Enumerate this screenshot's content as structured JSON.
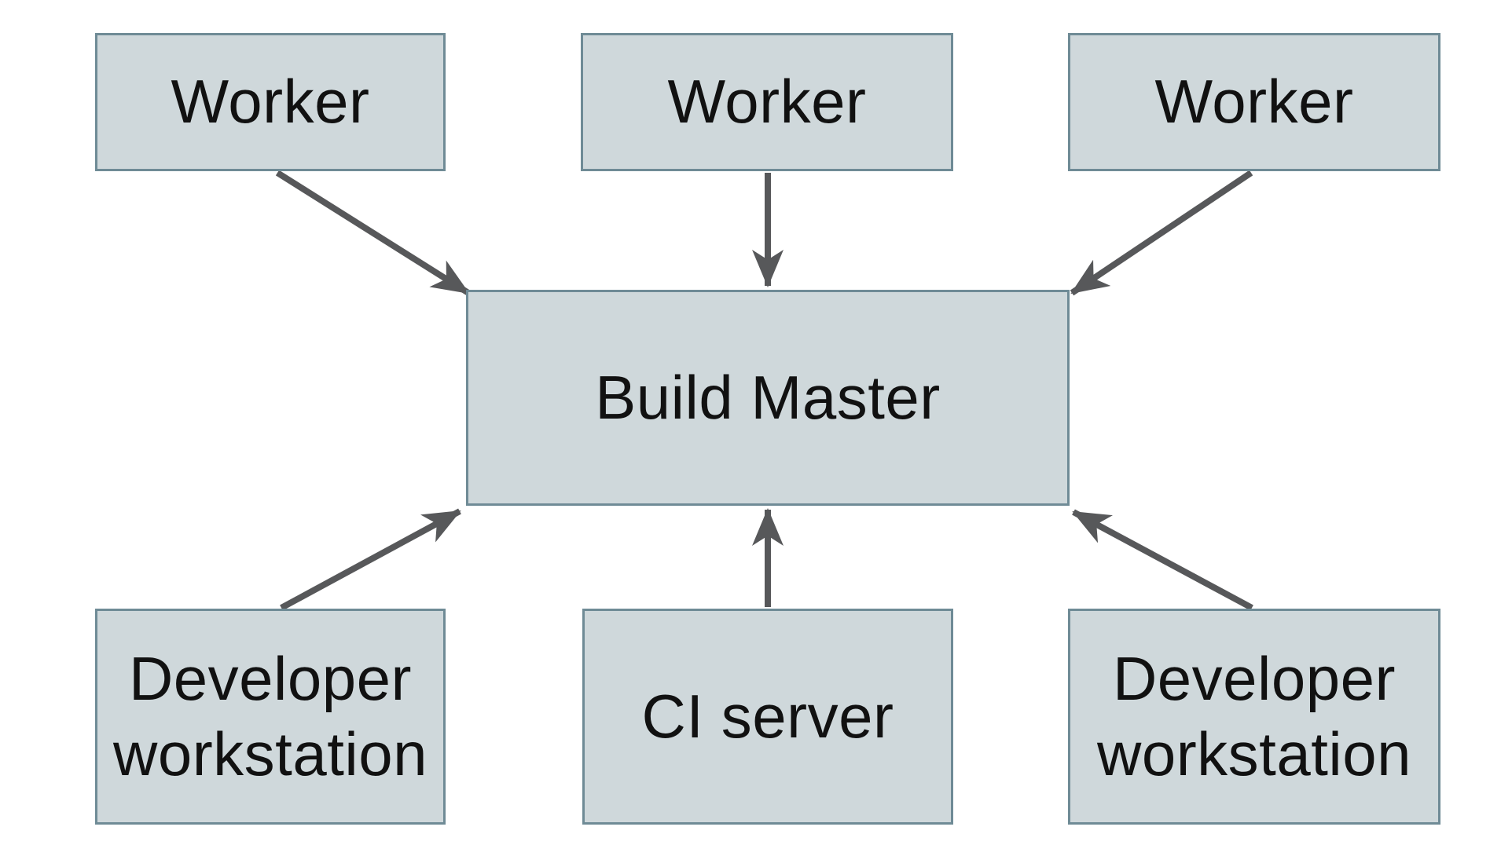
{
  "diagram": {
    "nodes": {
      "worker1": {
        "id": "worker-1",
        "label": "Worker"
      },
      "worker2": {
        "id": "worker-2",
        "label": "Worker"
      },
      "worker3": {
        "id": "worker-3",
        "label": "Worker"
      },
      "build_master": {
        "id": "build-master",
        "label": "Build Master"
      },
      "dev_left": {
        "id": "developer-workstation-left",
        "label": "Developer workstation"
      },
      "ci_server": {
        "id": "ci-server",
        "label": "CI server"
      },
      "dev_right": {
        "id": "developer-workstation-right",
        "label": "Developer workstation"
      }
    },
    "edges": [
      {
        "from": "worker-1",
        "to": "build-master"
      },
      {
        "from": "worker-2",
        "to": "build-master"
      },
      {
        "from": "worker-3",
        "to": "build-master"
      },
      {
        "from": "developer-workstation-left",
        "to": "build-master"
      },
      {
        "from": "ci-server",
        "to": "build-master"
      },
      {
        "from": "developer-workstation-right",
        "to": "build-master"
      }
    ],
    "colors": {
      "background": "#ffffff",
      "node_fill": "#cfd8db",
      "node_border": "#6f8b96",
      "arrow": "#57585a",
      "text": "#111111"
    }
  }
}
